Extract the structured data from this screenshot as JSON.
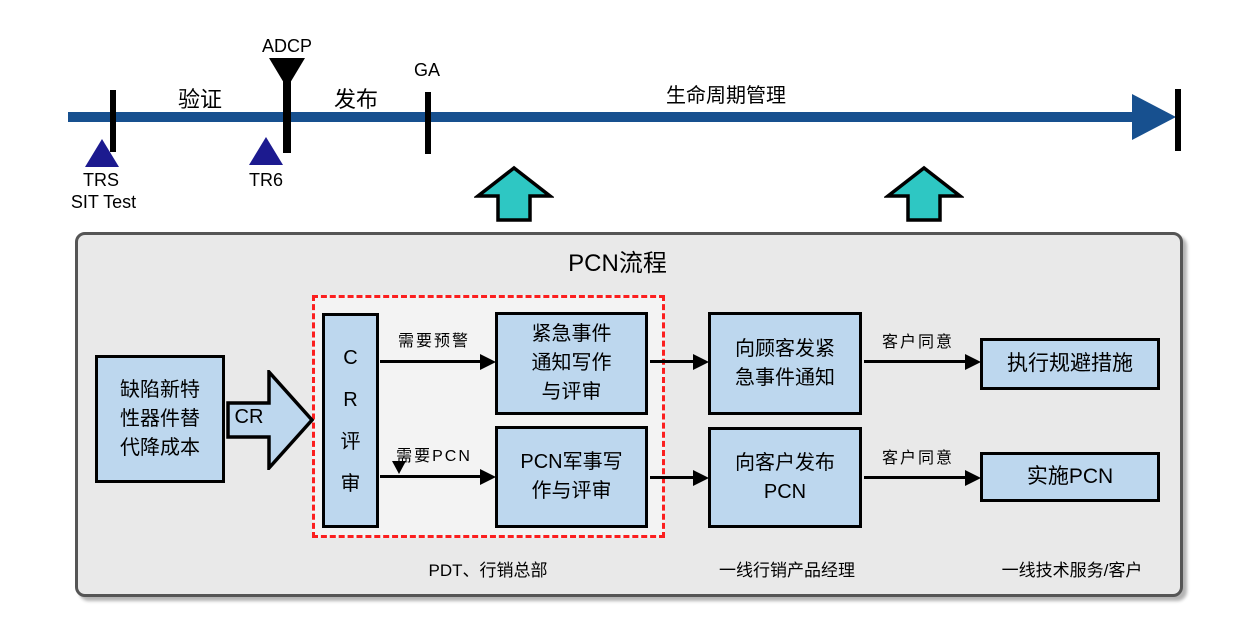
{
  "colors": {
    "timeline_blue": "#17508f",
    "box_blue": "#bdd7ee",
    "teal_arrow": "#2ec7c3",
    "navy_triangle": "#1c1a8f",
    "red_dash": "#fb1f1f",
    "panel_gray": "#e9e9e9"
  },
  "timeline": {
    "phases": {
      "verify": "验证",
      "release": "发布",
      "lifecycle": "生命周期管理"
    },
    "milestones": {
      "adcp": "ADCP",
      "ga": "GA",
      "trs": "TRS",
      "sit_test": "SIT Test",
      "tr6": "TR6"
    }
  },
  "pcn": {
    "title": "PCN流程",
    "source": {
      "l1": "缺陷新特",
      "l2": "性器件替",
      "l3": "代降成本"
    },
    "cr_label": "CR",
    "cr_review": {
      "l1": "C",
      "l2": "R",
      "l3": "评",
      "l4": "审"
    },
    "urgent_write": {
      "l1": "紧急事件",
      "l2": "通知写作",
      "l3": "与评审"
    },
    "pcn_write": {
      "l1": "PCN军事写",
      "l2": "作与评审"
    },
    "send_urgent": {
      "l1": "向顾客发紧",
      "l2": "急事件通知"
    },
    "send_pcn": {
      "l1": "向客户发布",
      "l2": "PCN"
    },
    "execute": "执行规避措施",
    "implement": "实施PCN",
    "need_warning": "需要预警",
    "need_pcn": "需要PCN",
    "agree1": "客户同意",
    "agree2": "客户同意",
    "captions": [
      "PDT、行销总部",
      "一线行销产品经理",
      "一线技术服务/客户"
    ]
  }
}
